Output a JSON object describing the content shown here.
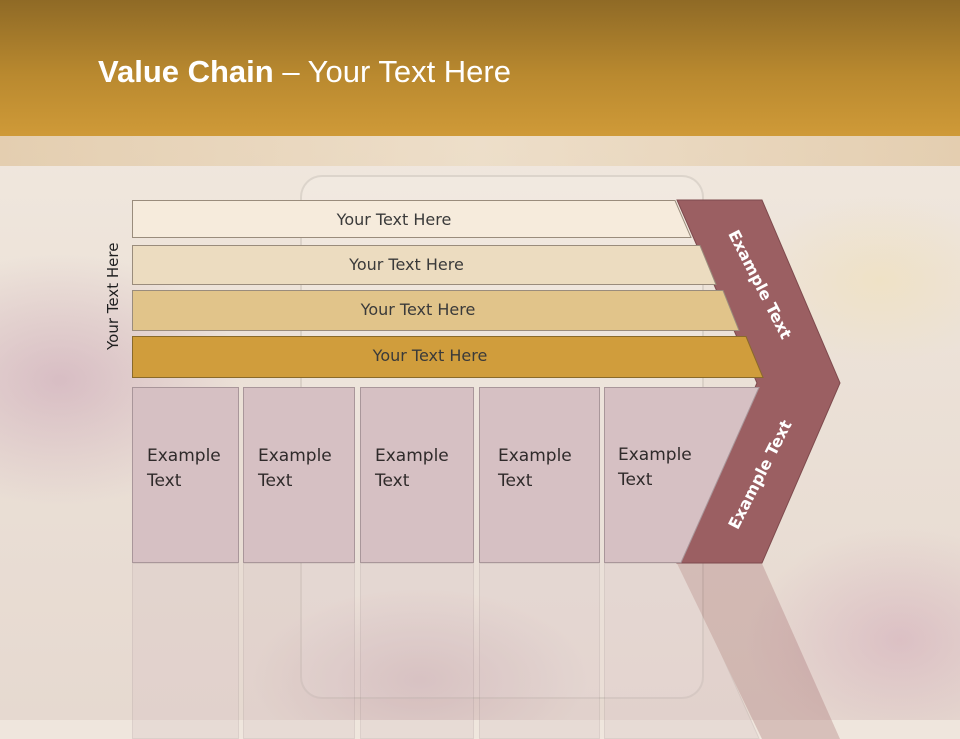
{
  "slide": {
    "title_bold": "Value Chain",
    "title_rest": " – Your Text Here",
    "vertical_label": "Your Text Here"
  },
  "bars": [
    {
      "label": "Your Text Here",
      "color": "#f6ebdc"
    },
    {
      "label": "Your Text Here",
      "color": "#ecdcc0"
    },
    {
      "label": "Your Text Here",
      "color": "#e1c48a"
    },
    {
      "label": "Your Text Here",
      "color": "#d09d3c"
    }
  ],
  "boxes": [
    {
      "line1": "Example",
      "line2": "Text"
    },
    {
      "line1": "Example",
      "line2": "Text"
    },
    {
      "line1": "Example",
      "line2": "Text"
    },
    {
      "line1": "Example",
      "line2": "Text"
    },
    {
      "line1": "Example",
      "line2": "Text"
    }
  ],
  "chevron": {
    "upper_text": "Example Text",
    "lower_text": "Example Text",
    "color": "#9b5f62"
  }
}
